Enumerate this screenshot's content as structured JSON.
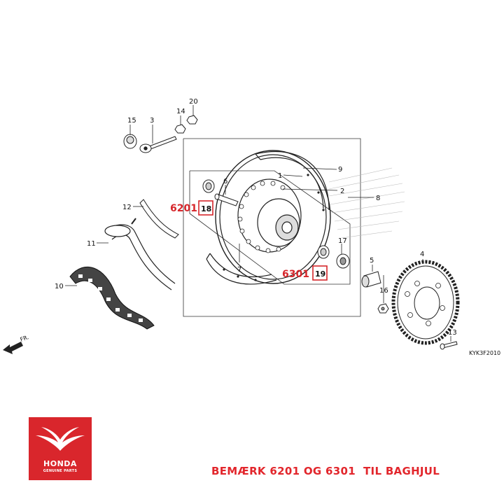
{
  "callouts": {
    "c1": "1",
    "c2": "2",
    "c3": "3",
    "c4": "4",
    "c5": "5",
    "c6": "6",
    "c7": "7",
    "c8": "8",
    "c9": "9",
    "c10": "10",
    "c11": "11",
    "c12": "12",
    "c13": "13",
    "c14": "14",
    "c15": "15",
    "c16": "16",
    "c17": "17",
    "c20": "20"
  },
  "highlight": {
    "bearing_left_code": "6201",
    "bearing_left_part": "18",
    "bearing_right_code": "6301",
    "bearing_right_part": "19",
    "color": "#d6262b"
  },
  "direction_label": "FR.",
  "diagram_code": "KYK3F2010",
  "logo": {
    "brand": "HONDA",
    "tagline": "GENUINE PARTS",
    "color": "#d9262c"
  },
  "note": "BEMÆRK 6201 OG 6301  TIL BAGHJUL"
}
